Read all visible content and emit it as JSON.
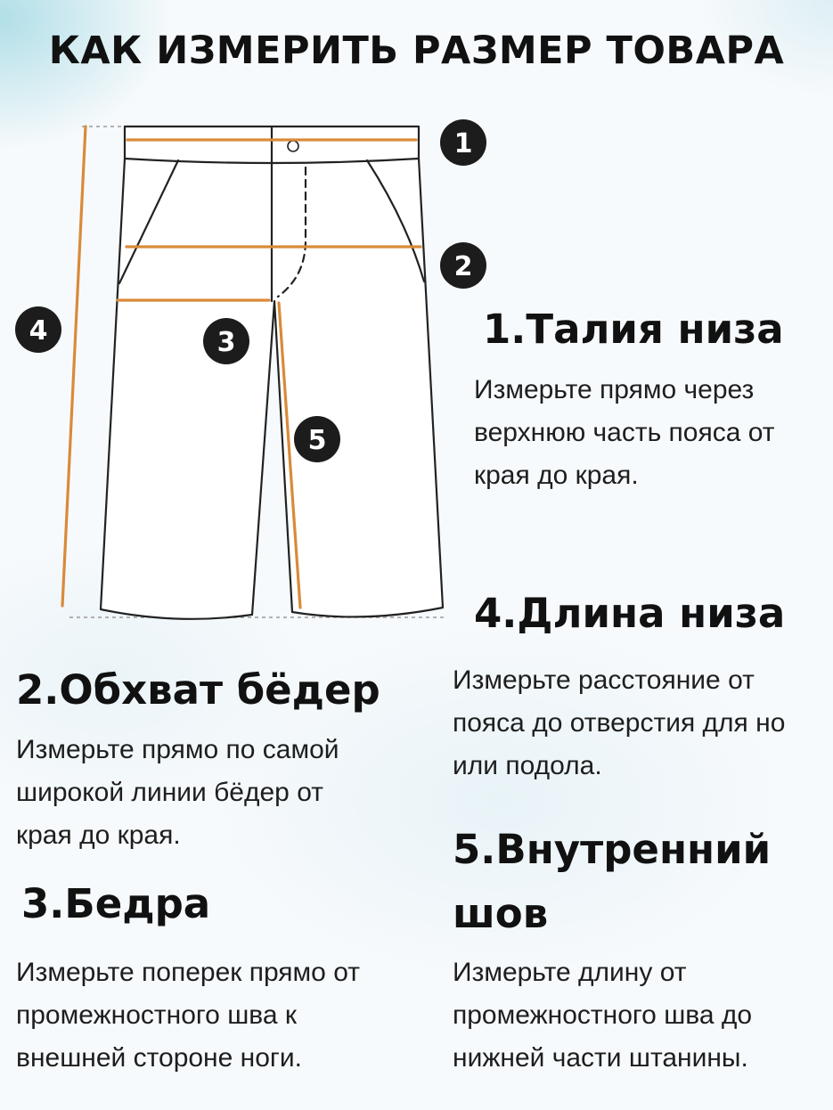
{
  "title": "КАК ИЗМЕРИТЬ РАЗМЕР ТОВАРА",
  "markers": [
    "1",
    "2",
    "3",
    "4",
    "5"
  ],
  "colors": {
    "measure_line": "#d98a3a",
    "marker_fill": "#1c1c1c",
    "outline": "#222222"
  },
  "sections": [
    {
      "heading": "1.Талия низа",
      "lines": [
        "Измерьте прямо через",
        "верхнюю часть пояса от",
        "края до края."
      ]
    },
    {
      "heading": "2.Обхват бёдер",
      "lines": [
        "Измерьте прямо по самой",
        "широкой линии бёдер от",
        "края до края."
      ]
    },
    {
      "heading": "3.Бедра",
      "lines": [
        "Измерьте поперек прямо от",
        "промежностного шва к",
        "внешней стороне ноги."
      ]
    },
    {
      "heading": "4.Длина низа",
      "lines": [
        "Измерьте расстояние от",
        "пояса до отверстия для но",
        "или подола."
      ]
    },
    {
      "heading_lines": [
        "5.Внутренний",
        "шов"
      ],
      "lines": [
        "Измерьте длину от",
        "промежностного шва до",
        "нижней части штанины."
      ]
    }
  ]
}
